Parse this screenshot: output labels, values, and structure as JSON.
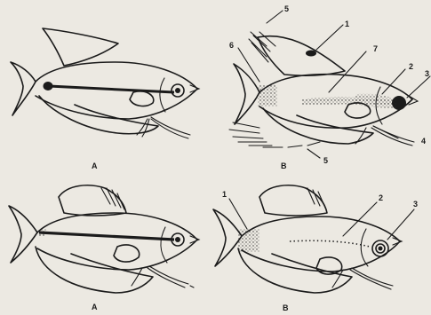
{
  "figures": [
    {
      "caption": "A",
      "labels": []
    },
    {
      "caption": "B",
      "labels": [
        "5",
        "1",
        "6",
        "7",
        "2",
        "3",
        "4",
        "5"
      ]
    },
    {
      "caption": "A",
      "labels": []
    },
    {
      "caption": "B",
      "labels": [
        "1",
        "2",
        "3"
      ]
    }
  ]
}
